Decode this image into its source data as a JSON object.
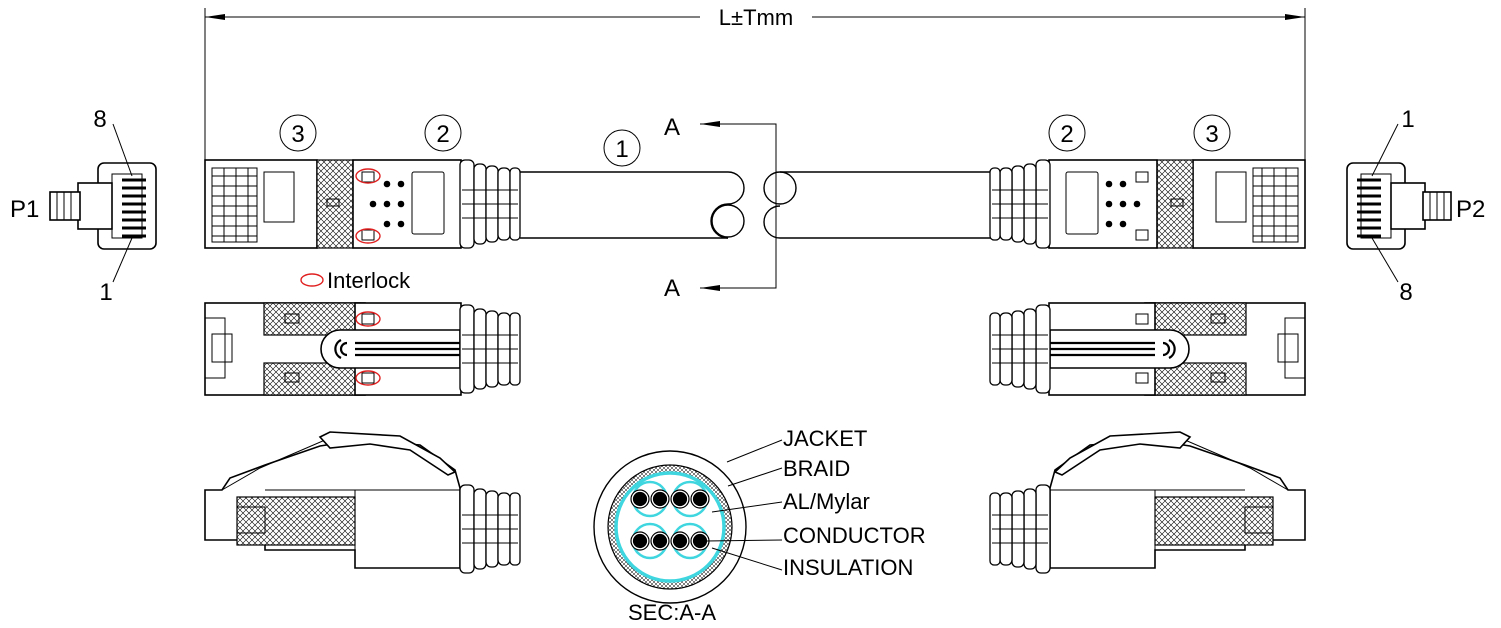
{
  "dimension": {
    "label": "L±Tmm"
  },
  "plugs": {
    "left": {
      "name": "P1",
      "pin_top": "8",
      "pin_bottom": "1"
    },
    "right": {
      "name": "P2",
      "pin_top": "1",
      "pin_bottom": "8"
    }
  },
  "balloons": {
    "cable": "1",
    "boot": "2",
    "plug": "3"
  },
  "section_marks": {
    "top": "A",
    "bottom": "A"
  },
  "legend": {
    "interlock": "Interlock",
    "interlock_color": "#e02020"
  },
  "cross_section": {
    "title": "SEC:A-A",
    "labels": [
      "JACKET",
      "BRAID",
      "AL/Mylar",
      "CONDUCTOR",
      "INSULATION"
    ],
    "foil_color": "#3fd6e0"
  }
}
